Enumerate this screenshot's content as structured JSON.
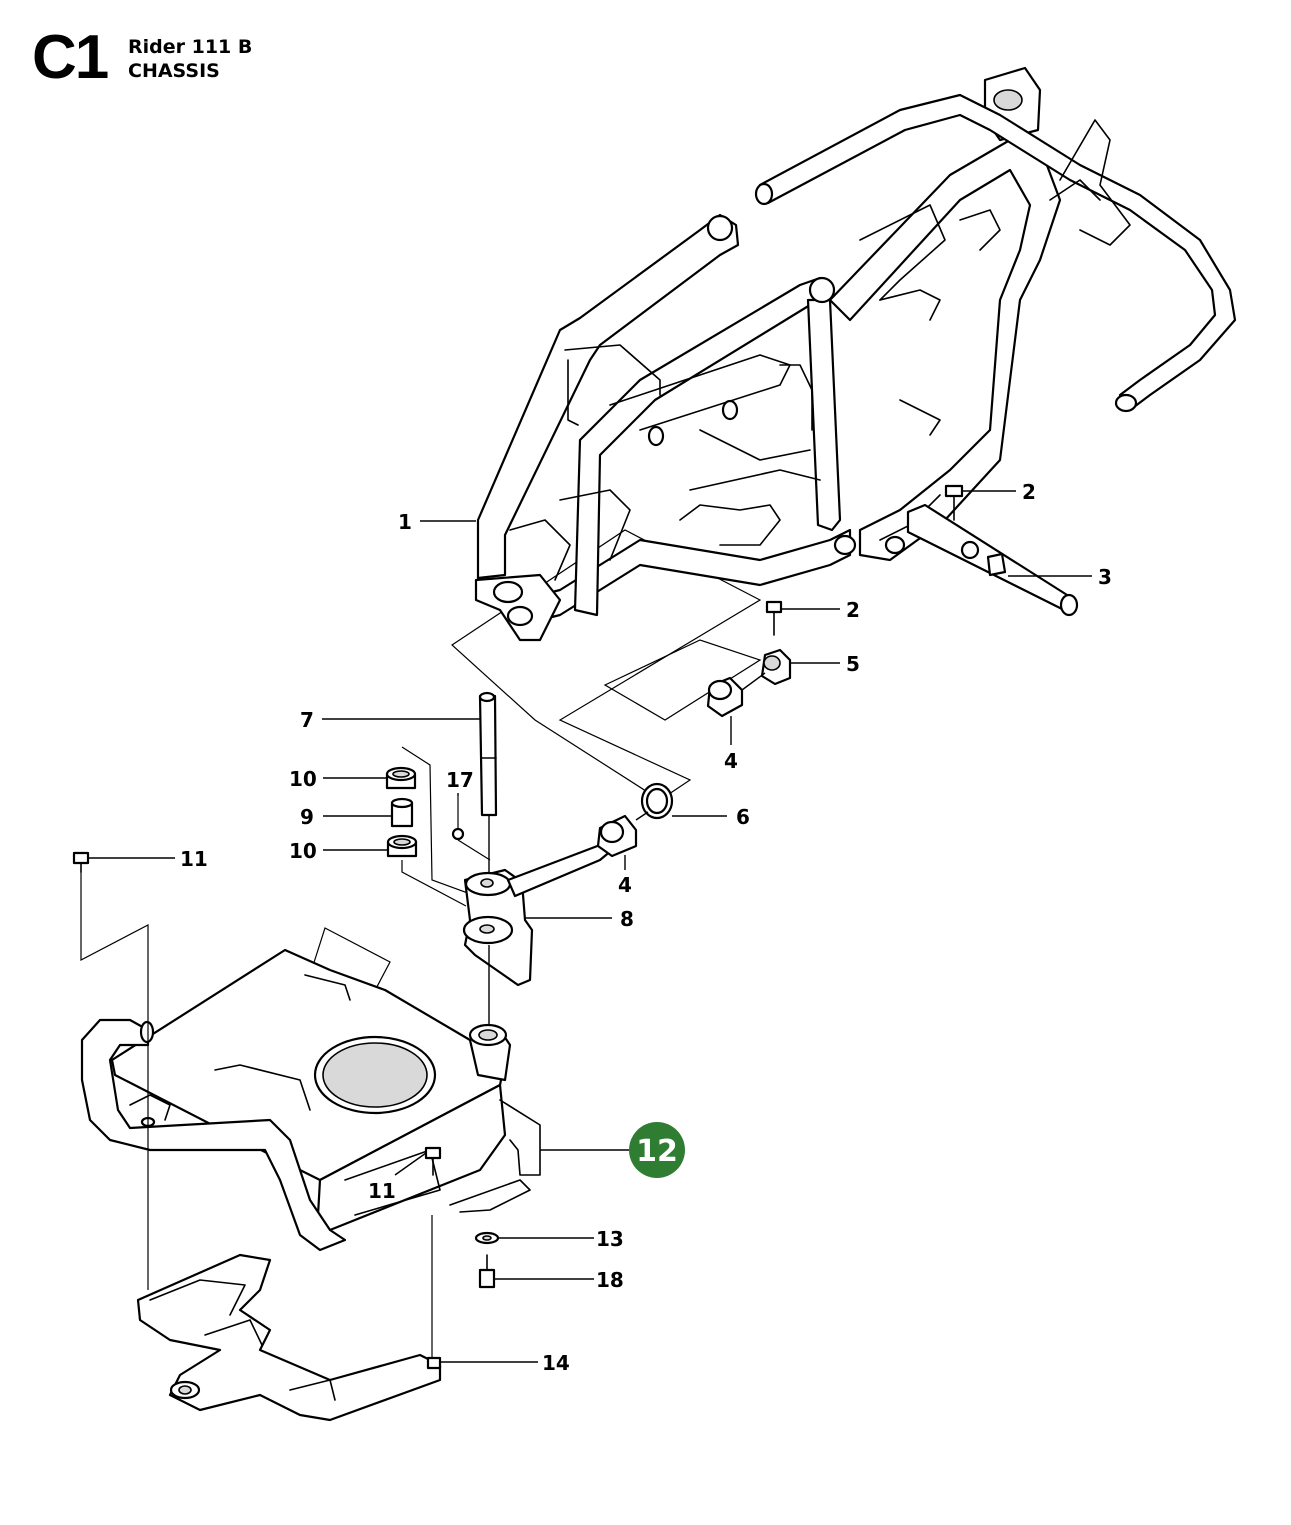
{
  "header": {
    "section_code": "C1",
    "model": "Rider 111 B",
    "section_title": "CHASSIS"
  },
  "callouts": [
    {
      "id": "c-1",
      "label": "1"
    },
    {
      "id": "c-2a",
      "label": "2"
    },
    {
      "id": "c-3",
      "label": "3"
    },
    {
      "id": "c-2b",
      "label": "2"
    },
    {
      "id": "c-5",
      "label": "5"
    },
    {
      "id": "c-4a",
      "label": "4"
    },
    {
      "id": "c-7",
      "label": "7"
    },
    {
      "id": "c-10a",
      "label": "10"
    },
    {
      "id": "c-17",
      "label": "17"
    },
    {
      "id": "c-9",
      "label": "9"
    },
    {
      "id": "c-10b",
      "label": "10"
    },
    {
      "id": "c-6",
      "label": "6"
    },
    {
      "id": "c-4b",
      "label": "4"
    },
    {
      "id": "c-11a",
      "label": "11"
    },
    {
      "id": "c-8",
      "label": "8"
    },
    {
      "id": "c-11b",
      "label": "11"
    },
    {
      "id": "c-13",
      "label": "13"
    },
    {
      "id": "c-18",
      "label": "18"
    },
    {
      "id": "c-14",
      "label": "14"
    }
  ],
  "highlight": {
    "label": "12",
    "color": "#2e7d32"
  }
}
